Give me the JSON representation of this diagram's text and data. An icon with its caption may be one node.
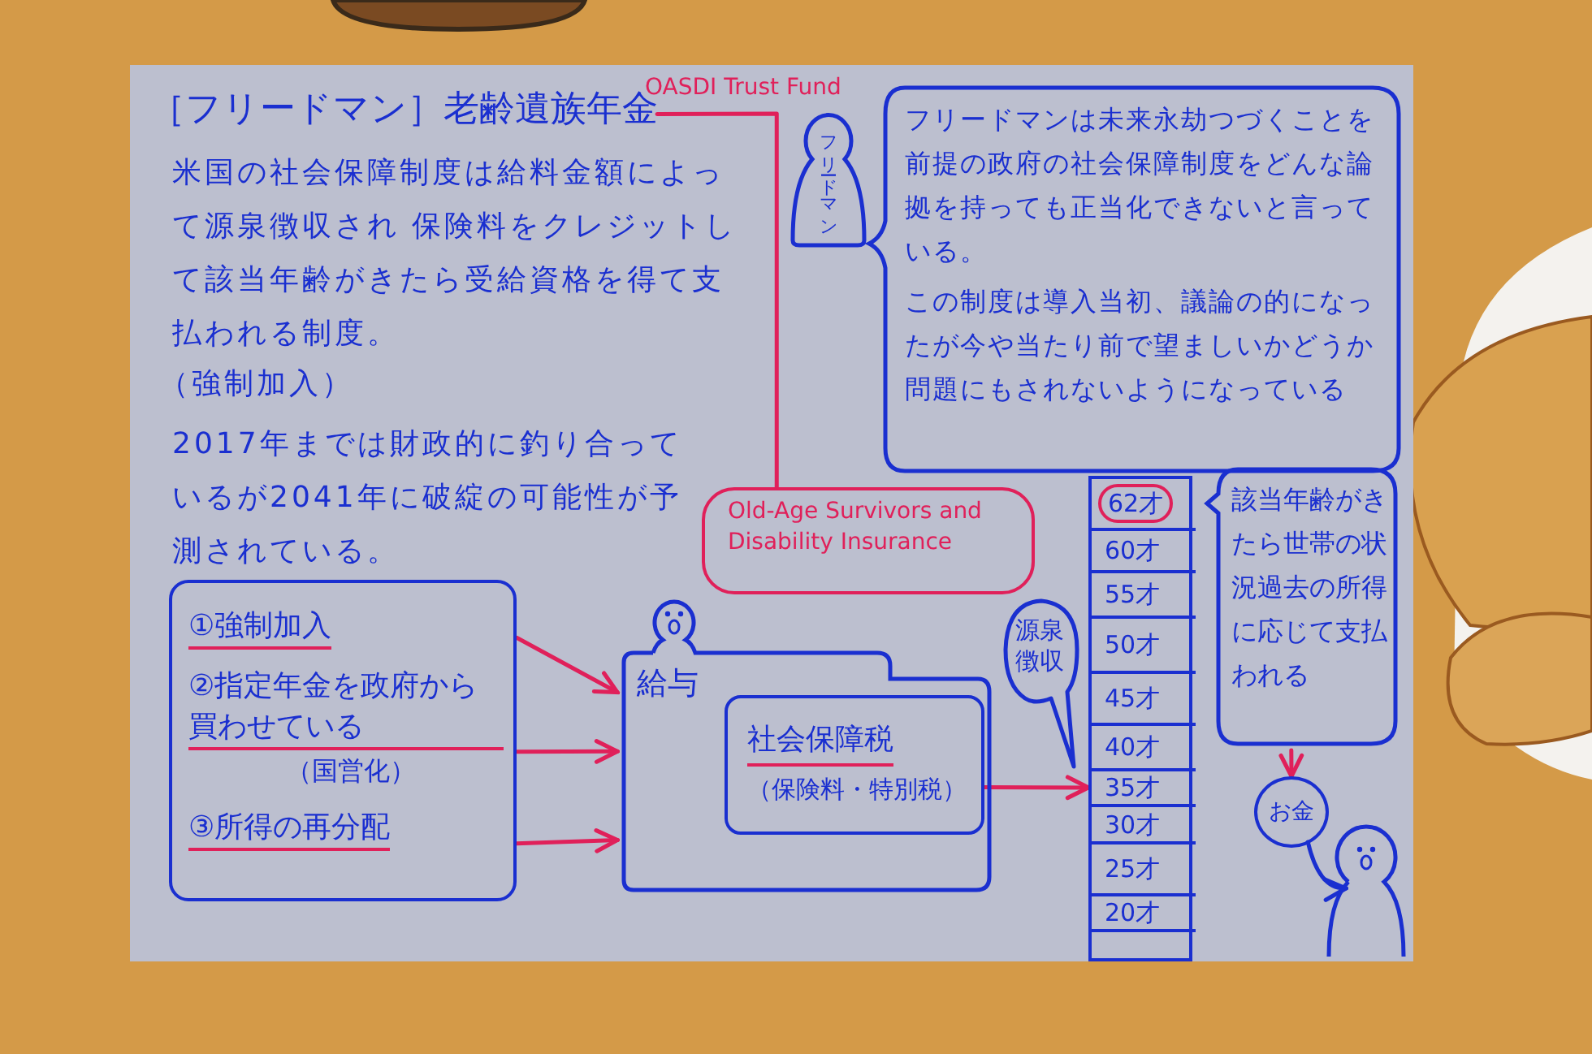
{
  "diagram": {
    "title": "［フリードマン］老齢遺族年金",
    "nodes": [
      {
        "text": [
          "OASDI Trust Fund"
        ]
      },
      {
        "text": [
          "フリードマン"
        ]
      },
      {
        "text": [
          "フリードマンは未来永劫つづくことを前提の政府の社会保障制度をどんな論拠を持っても正当化できないと言っている。",
          "この制度は導入当初、議論の的になったが今や当たり前で望ましいかどうか問題にもされないようになっている"
        ]
      },
      {
        "text": [
          "①強制加入",
          "②指定年金を政府から買わせている",
          "（国営化）",
          "③所得の再分配"
        ]
      },
      {
        "text": [
          "給与"
        ]
      },
      {
        "text": [
          "Old-Age Survivors and Disability Insurance"
        ]
      },
      {
        "text": [
          "社会保障税",
          "（保険料・特別税）"
        ],
        "in": 4
      },
      {
        "text": [
          "源泉徴収"
        ]
      },
      {
        "text": [],
        "shape": "bar"
      },
      {
        "text": [
          "62才"
        ],
        "in": 8
      },
      {
        "text": [
          "60才"
        ],
        "in": 8
      },
      {
        "text": [
          "55才"
        ],
        "in": 8
      },
      {
        "text": [
          "50才"
        ],
        "in": 8
      },
      {
        "text": [
          "45才"
        ],
        "in": 8
      },
      {
        "text": [
          "40才"
        ],
        "in": 8
      },
      {
        "text": [
          "35才"
        ],
        "in": 8
      },
      {
        "text": [
          "30才"
        ],
        "in": 8
      },
      {
        "text": [
          "25才"
        ],
        "in": 8
      },
      {
        "text": [
          "20才"
        ],
        "in": 8
      },
      {
        "text": [
          "該当年齢がきたら世帯の状況過去の所得に応じて支払われる"
        ]
      },
      {
        "text": [
          "お金"
        ]
      },
      {
        "text": [],
        "shape": "person"
      }
    ],
    "edges": [
      {
        "from": 0,
        "to": 5,
        "arrow": "none"
      },
      {
        "from": 3,
        "to": 4,
        "arrow": "to"
      },
      {
        "from": 3,
        "to": 4,
        "arrow": "to"
      },
      {
        "from": 3,
        "to": 4,
        "arrow": "to"
      },
      {
        "from": 6,
        "to": 8,
        "arrow": "to"
      },
      {
        "from": 19,
        "to": 20,
        "arrow": "to"
      },
      {
        "from": 20,
        "to": 21,
        "arrow": "to",
        "color": "#1a2fd0"
      }
    ],
    "labels": [
      "米国の社会保障制度は給料金額によって源泉徴収され 保険料をクレジットして該当年齢がきたら受給資格を得て支払われる制度。",
      "（強制加入）",
      "2017年までは財政的に釣り合っているが2041年に破綻の可能性が予測されている。"
    ]
  }
}
